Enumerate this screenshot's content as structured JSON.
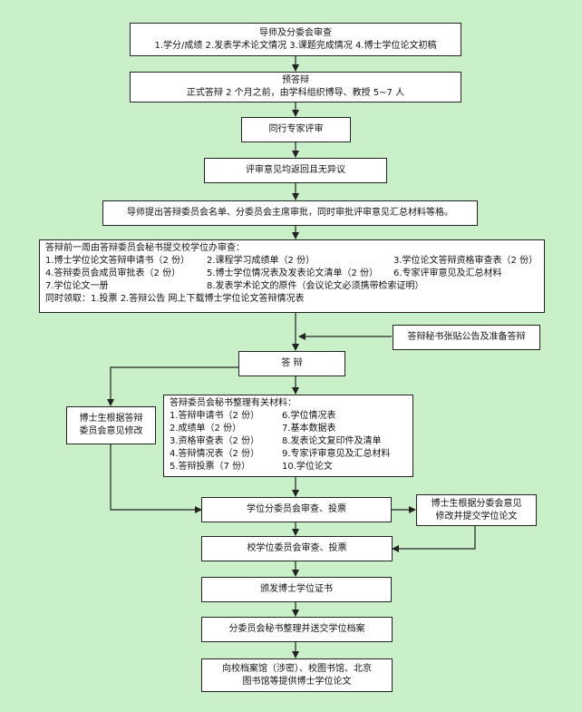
{
  "step1": {
    "title": "导师及分委会审查",
    "subtitle": "1.学分/成绩   2.发表学术论文情况   3.课题完成情况   4.博士学位论文初稿"
  },
  "step2": {
    "title": "预答辩",
    "subtitle": "正式答辩 2 个月之前，由学科组织博导、教授 5~7 人"
  },
  "step3": {
    "title": "同行专家评审"
  },
  "step4": {
    "title": "评审意见均返回且无异议"
  },
  "step5": {
    "title": "导师提出答辩委员会名单、分委员会主席审批，同时审批评审意见汇总材料等格。"
  },
  "step6": {
    "header": "答辩前一周由答辩委员会秘书提交校学位办审查：",
    "items": [
      "1.博士学位论文答辩申请书（2 份）",
      "2.课程学习成绩单（2 份）",
      "3.学位论文答辩资格审查表（2 份）",
      "4.答辩委员会成员审批表（2 份）",
      "5.博士学位情况表及发表论文清单（2 份）",
      "6.专家评审意见及汇总材料",
      "7.学位论文一册",
      "8.发表学术论文的原件（会议论文必须携带检索证明）",
      ""
    ],
    "footer": "同时领取：1.投票      2.答辩公告     网上下载博士学位论文答辩情况表"
  },
  "side_secretary": {
    "title": "答辩秘书张贴公告及准备答辩"
  },
  "defense": {
    "title": "答    辩"
  },
  "side_revise": {
    "line1": "博士生根据答辩",
    "line2": "委员会意见修改"
  },
  "materials": {
    "header": "答辩委员会秘书整理有关材料：",
    "items": [
      "1.答辩申请书（2 份）",
      "6.学位情况表",
      "2.成绩单（2 份）",
      "7.基本数据表",
      "3.资格审查表（2 份）",
      "8.发表论文复印件及清单",
      "4.答辩情况表（2 份）",
      "9.专家评审意见及汇总材料",
      "5.答辩投票（7 份）",
      "10.学位论文"
    ]
  },
  "sub_committee": {
    "title": "学位分委员会审查、投票"
  },
  "side_revise2": {
    "line1": "博士生根据分委会意见",
    "line2": "修改并提交学位论文"
  },
  "univ_committee": {
    "title": "校学位委员会审查、投票"
  },
  "certificate": {
    "title": "颁发博士学位证书"
  },
  "archive": {
    "title": "分委员会秘书整理并送交学位档案"
  },
  "final": {
    "line1": "向校档案馆（涉密）、校图书馆、北京",
    "line2": "图书馆等提供博士学位论文"
  },
  "colors": {
    "background": "#c9f0c9",
    "box": "#ffffff",
    "line": "#222222"
  }
}
